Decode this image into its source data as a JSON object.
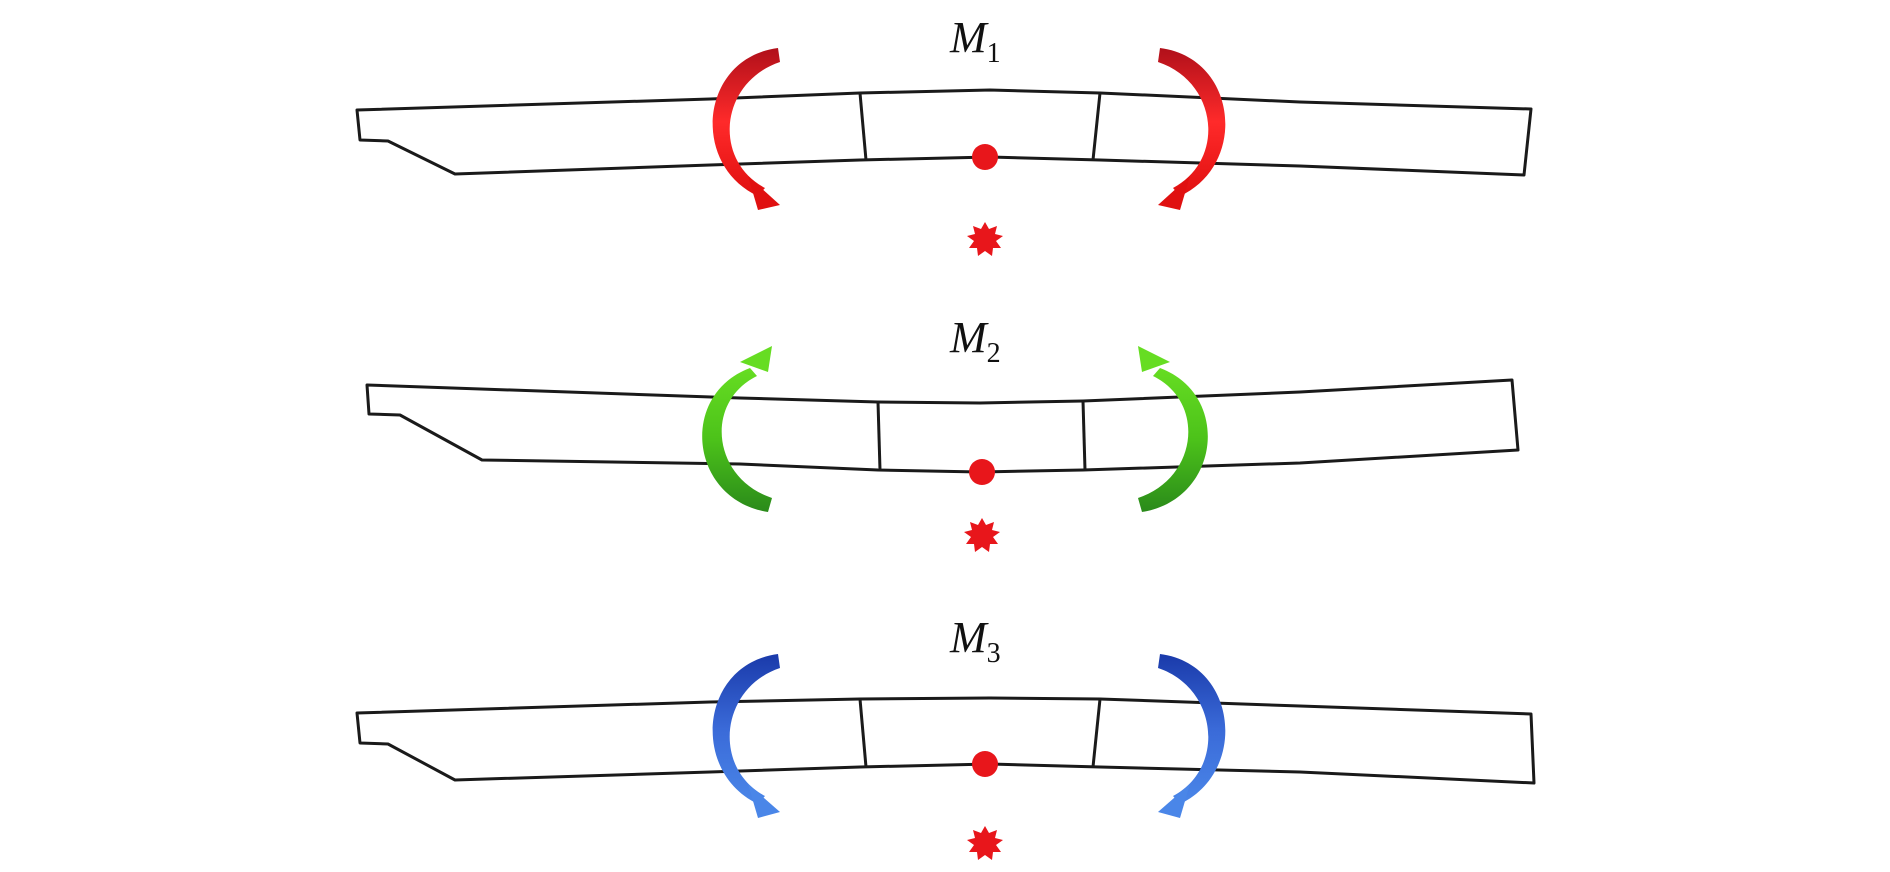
{
  "colors": {
    "beam_stroke": "#1a1a1a",
    "point": "#e8161b",
    "burst": "#e8161b",
    "red_light": "#ff2a2a",
    "red_dark": "#b0101a",
    "green_light": "#66dd22",
    "green_dark": "#2a8a1a",
    "blue_light": "#4a86e8",
    "blue_dark": "#1a3aaa"
  },
  "panels": [
    {
      "label_main": "M",
      "label_sub": "1",
      "moment_direction": "outward-down",
      "arrow_color_light": "#ff2a2a",
      "arrow_color_dark": "#b0101a",
      "icon": "curved-arrow-icon"
    },
    {
      "label_main": "M",
      "label_sub": "2",
      "moment_direction": "outward-up",
      "arrow_color_light": "#66dd22",
      "arrow_color_dark": "#2a8a1a",
      "icon": "curved-arrow-icon"
    },
    {
      "label_main": "M",
      "label_sub": "3",
      "moment_direction": "outward-down",
      "arrow_color_light": "#4a86e8",
      "arrow_color_dark": "#1a3aaa",
      "icon": "curved-arrow-icon"
    }
  ]
}
